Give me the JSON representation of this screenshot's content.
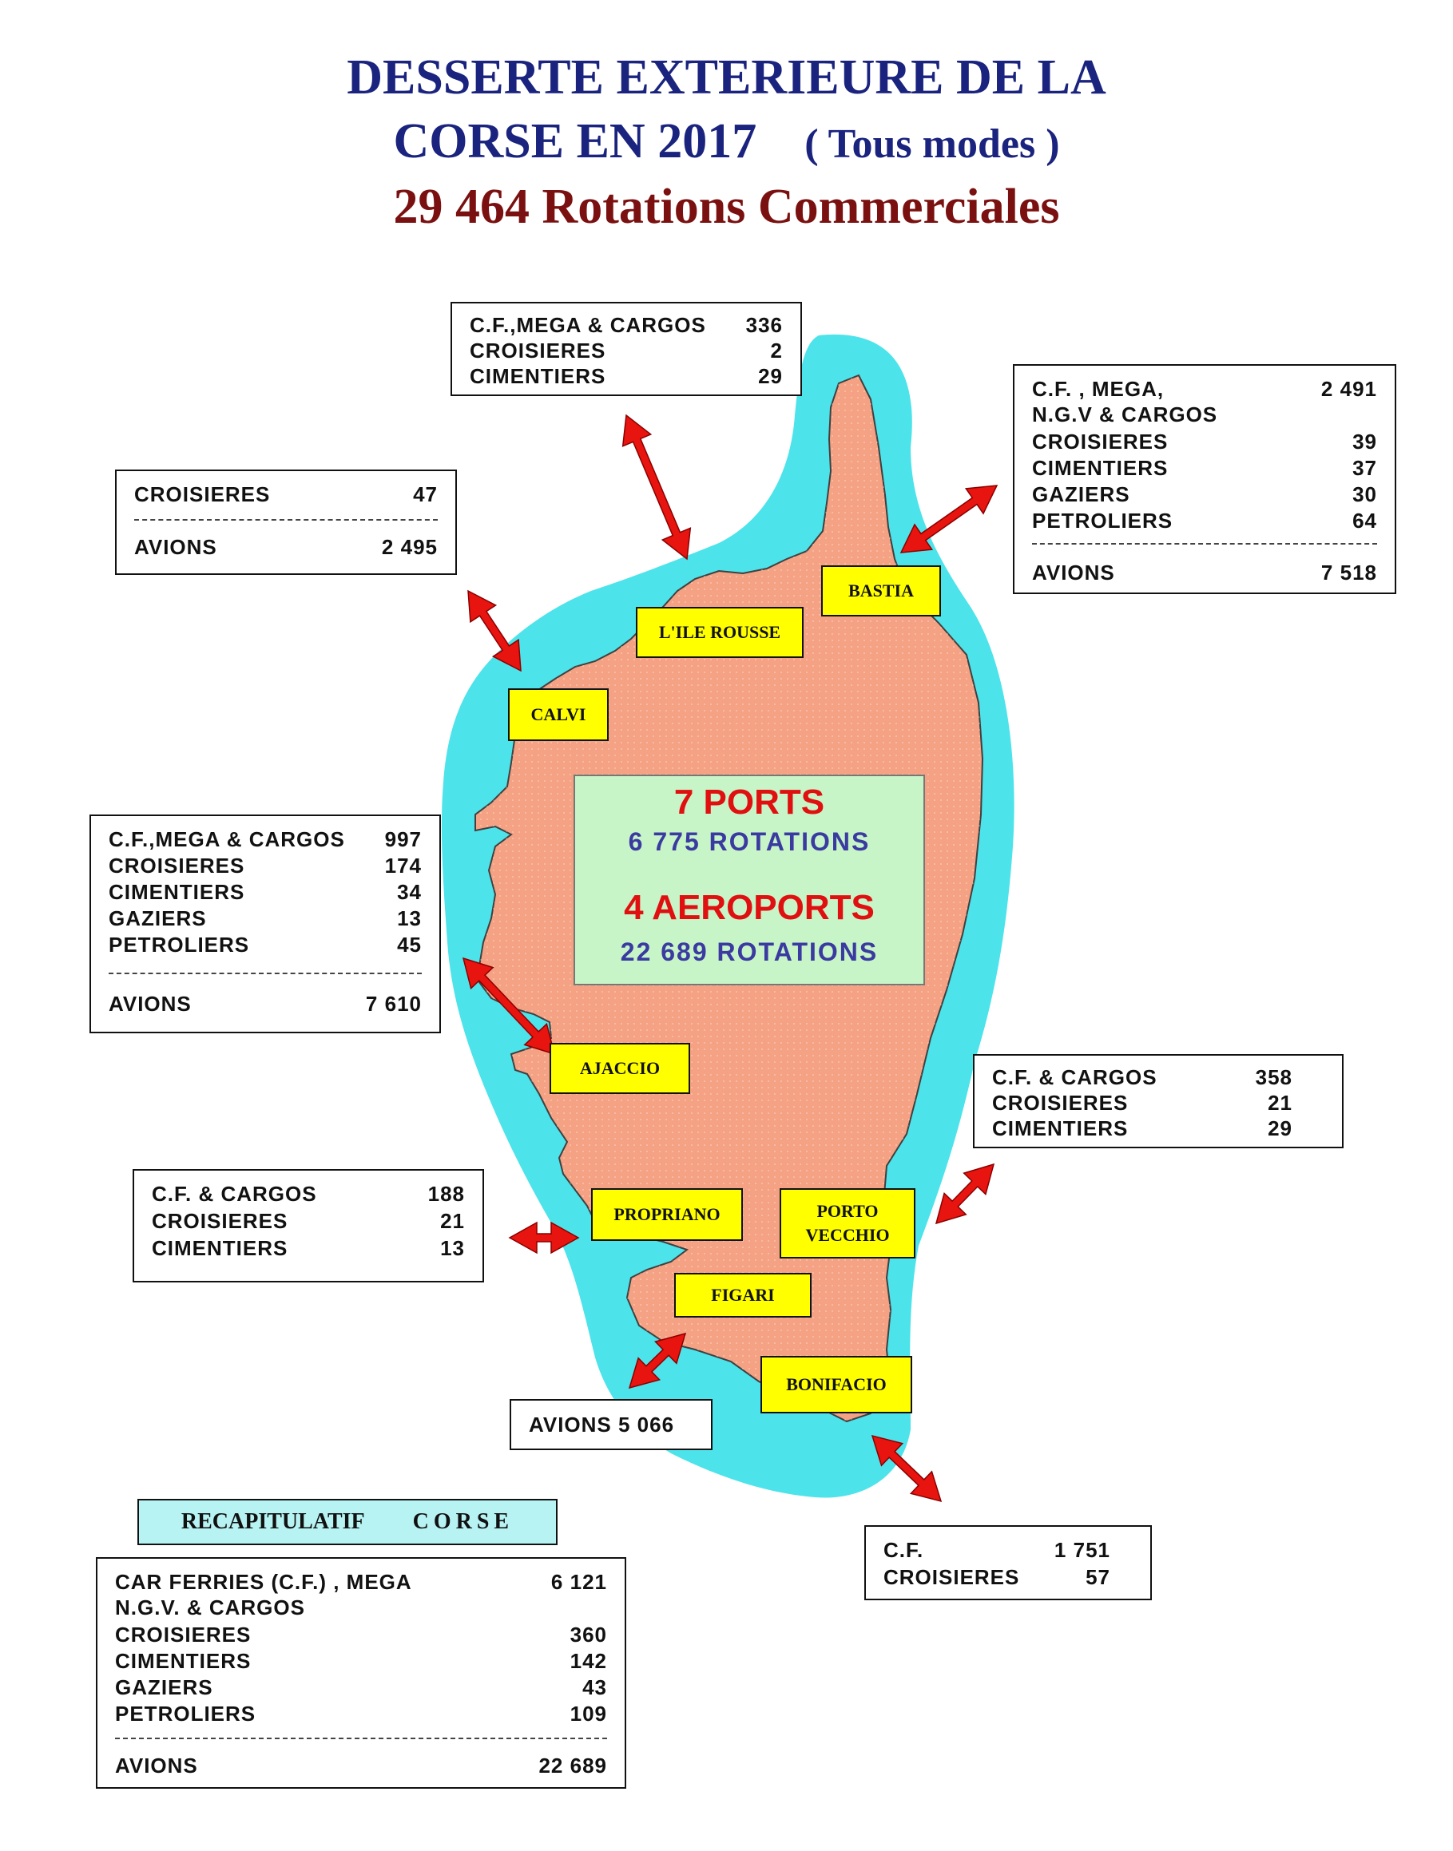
{
  "title": {
    "line1": "DESSERTE  EXTERIEURE DE LA",
    "line2": "CORSE EN 2017",
    "line2_sub": "( Tous modes )",
    "line3": "29 464  Rotations Commerciales"
  },
  "colors": {
    "sea": "#4de3ea",
    "land": "#f4a283",
    "arrow": "#e8140f",
    "label_bg": "#ffff00",
    "title_blue": "#1a237e",
    "title_red": "#7a1010"
  },
  "center": {
    "ports_title": "7 PORTS",
    "ports_rot": "6 775 ROTATIONS",
    "airports_title": "4 AEROPORTS",
    "airports_rot": "22 689  ROTATIONS"
  },
  "places": {
    "bastia": "BASTIA",
    "ile_rousse": "L'ILE ROUSSE",
    "calvi": "CALVI",
    "ajaccio": "AJACCIO",
    "propriano": "PROPRIANO",
    "porto_vecchio_1": "PORTO",
    "porto_vecchio_2": "VECCHIO",
    "figari": "FIGARI",
    "bonifacio": "BONIFACIO"
  },
  "boxes": {
    "ile_rousse": {
      "rows": [
        {
          "label": "C.F.,MEGA & CARGOS",
          "value": "336"
        },
        {
          "label": "CROISIERES",
          "value": "2"
        },
        {
          "label": "CIMENTIERS",
          "value": "29"
        }
      ]
    },
    "calvi": {
      "row1": {
        "label": "CROISIERES",
        "value": "47"
      },
      "row2": {
        "label": "AVIONS",
        "value": "2 495"
      }
    },
    "bastia": {
      "rows": [
        {
          "label": "C.F.   , MEGA,",
          "value": "2 491"
        },
        {
          "label": "N.G.V & CARGOS",
          "value": ""
        },
        {
          "label": "CROISIERES",
          "value": "39"
        },
        {
          "label": "CIMENTIERS",
          "value": "37"
        },
        {
          "label": "GAZIERS",
          "value": "30"
        },
        {
          "label": "PETROLIERS",
          "value": "64"
        }
      ],
      "avions": {
        "label": "AVIONS",
        "value": "7 518"
      }
    },
    "ajaccio": {
      "rows": [
        {
          "label": "C.F.,MEGA  & CARGOS",
          "value": "997"
        },
        {
          "label": "CROISIERES",
          "value": "174"
        },
        {
          "label": "CIMENTIERS",
          "value": "34"
        },
        {
          "label": "GAZIERS",
          "value": "13"
        },
        {
          "label": "PETROLIERS",
          "value": "45"
        }
      ],
      "avions": {
        "label": "AVIONS",
        "value": "7 610"
      }
    },
    "porto_vecchio": {
      "rows": [
        {
          "label": "C.F. & CARGOS",
          "value": "358"
        },
        {
          "label": "CROISIERES",
          "value": "21"
        },
        {
          "label": "CIMENTIERS",
          "value": "29"
        }
      ]
    },
    "propriano": {
      "rows": [
        {
          "label": "C.F. & CARGOS",
          "value": "188"
        },
        {
          "label": "CROISIERES",
          "value": "21"
        },
        {
          "label": "CIMENTIERS",
          "value": "13"
        }
      ]
    },
    "figari": {
      "text": "AVIONS  5 066"
    },
    "bonifacio": {
      "rows": [
        {
          "label": "C.F.",
          "value": "1 751"
        },
        {
          "label": "CROISIERES",
          "value": "57"
        }
      ]
    }
  },
  "recap": {
    "head1": "RECAPITULATIF",
    "head2": "CORSE",
    "rows": [
      {
        "label": "CAR FERRIES (C.F.)  , MEGA",
        "value": "6 121"
      },
      {
        "label": "N.G.V. & CARGOS",
        "value": ""
      },
      {
        "label": "CROISIERES",
        "value": "360"
      },
      {
        "label": "CIMENTIERS",
        "value": "142"
      },
      {
        "label": "GAZIERS",
        "value": "43"
      },
      {
        "label": "PETROLIERS",
        "value": "109"
      }
    ],
    "avions": {
      "label": "AVIONS",
      "value": "22 689"
    }
  }
}
